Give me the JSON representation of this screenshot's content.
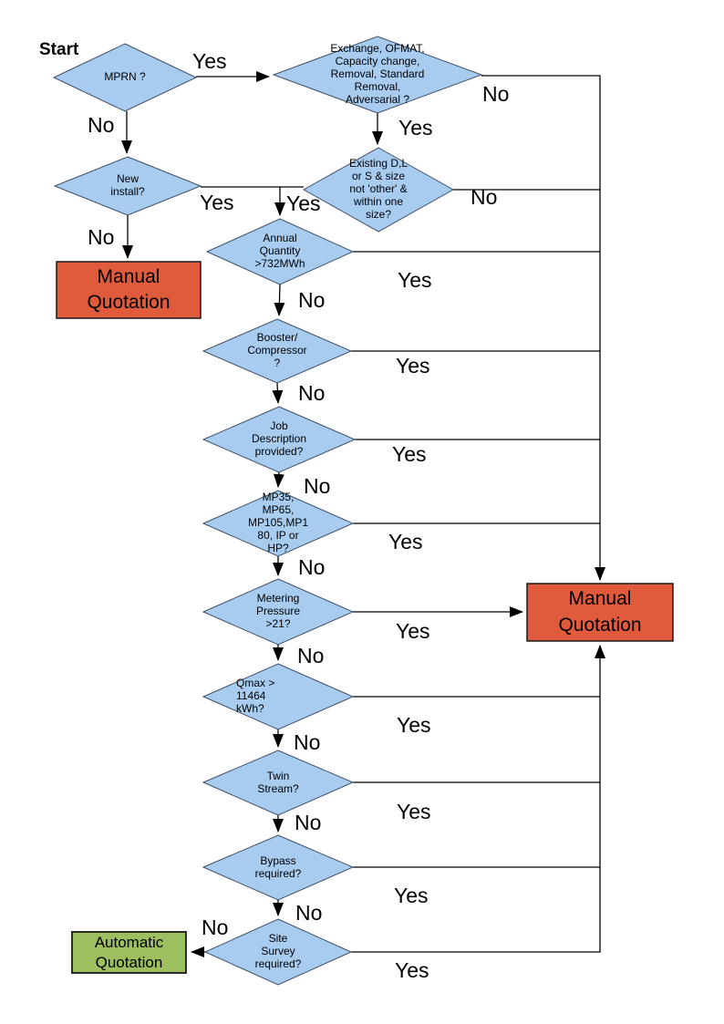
{
  "start_label": "Start",
  "colors": {
    "page_bg": "#FFFFFF",
    "line": "#000000",
    "text": "#000000",
    "decision_fill": "#A8CCF0",
    "decision_border": "#3F4E63",
    "manual_fill": "#E05A3C",
    "automatic_fill": "#9CBF60",
    "box_border": "#1A1A1A"
  },
  "decisions": [
    {
      "id": "mprn",
      "label": "MPRN ?"
    },
    {
      "id": "exchange",
      "label": "Exchange, OFMAT,\nCapacity change,\nRemoval, Standard\nRemoval,\nAdversarial ?"
    },
    {
      "id": "new-install",
      "label": "New\ninstall?"
    },
    {
      "id": "existing",
      "label": "Existing D,L\nor S & size\nnot 'other' &\nwithin one\nsize?"
    },
    {
      "id": "annual",
      "label": "Annual\nQuantity\n>732MWh"
    },
    {
      "id": "booster",
      "label": "Booster/\nCompressor\n?"
    },
    {
      "id": "job",
      "label": "Job\nDescription\nprovided?"
    },
    {
      "id": "mp",
      "label": "MP35,\nMP65,\nMP105,MP1\n80, IP or\nHP?"
    },
    {
      "id": "metering",
      "label": "Metering\nPressure\n>21?"
    },
    {
      "id": "qmax",
      "label": "Qmax >\n11464\nkWh?"
    },
    {
      "id": "twin",
      "label": "Twin\nStream?"
    },
    {
      "id": "bypass",
      "label": "Bypass\nrequired?"
    },
    {
      "id": "site",
      "label": "Site\nSurvey\nrequired?"
    }
  ],
  "terminals": {
    "manual_left": {
      "label": "Manual\nQuotation"
    },
    "manual_right": {
      "label": "Manual\nQuotation"
    },
    "automatic": {
      "label": "Automatic\nQuotation"
    }
  },
  "edge_labels": {
    "mprn_yes": "Yes",
    "mprn_no": "No",
    "exchange_yes": "Yes",
    "exchange_no": "No",
    "new_install_yes": "Yes",
    "new_install_no": "No",
    "existing_yes": "Yes",
    "existing_no": "No",
    "annual_yes": "Yes",
    "annual_no": "No",
    "booster_yes": "Yes",
    "booster_no": "No",
    "job_yes": "Yes",
    "job_no": "No",
    "mp_yes": "Yes",
    "mp_no": "No",
    "metering_yes": "Yes",
    "metering_no": "No",
    "qmax_yes": "Yes",
    "qmax_no": "No",
    "twin_yes": "Yes",
    "twin_no": "No",
    "bypass_yes": "Yes",
    "bypass_no": "No",
    "site_yes": "Yes",
    "site_no": "No"
  }
}
